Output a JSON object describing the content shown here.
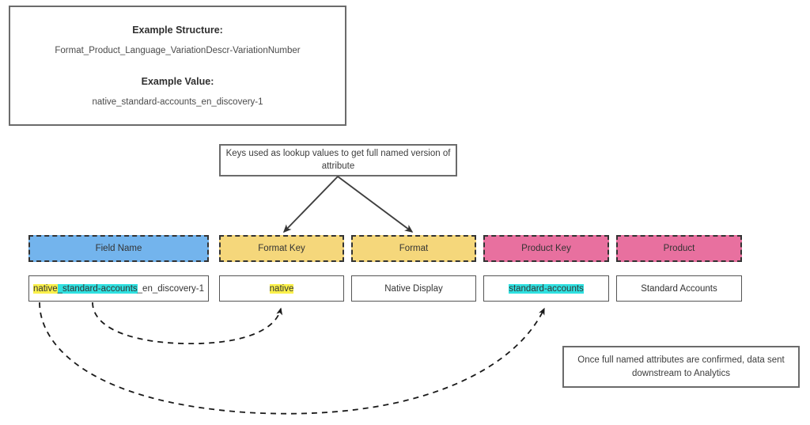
{
  "diagram": {
    "example_box": {
      "structure_label": "Example Structure:",
      "structure_value": "Format_Product_Language_VariationDescr-VariationNumber",
      "value_label": "Example Value:",
      "value_value": "native_standard-accounts_en_discovery-1"
    },
    "lookup_note": "Keys used as lookup values to get full named version of attribute",
    "downstream_note": "Once full named attributes are confirmed, data sent downstream to Analytics",
    "table": {
      "columns": [
        {
          "header": "Field Name",
          "header_color": "#73B4ED",
          "value": "native_standard-accounts_en_discovery-1"
        },
        {
          "header": "Format Key",
          "header_color": "#F5D77B",
          "value": "native"
        },
        {
          "header": "Format",
          "header_color": "#F5D77B",
          "value": "Native Display"
        },
        {
          "header": "Product Key",
          "header_color": "#E8709F",
          "value": "standard-accounts"
        },
        {
          "header": "Product",
          "header_color": "#E8709F",
          "value": "Standard Accounts"
        }
      ],
      "field_name_parts": {
        "format_key_segment": "native",
        "separator_1": "_",
        "product_key_segment": "standard-accounts",
        "remainder": "_en_discovery-1"
      }
    },
    "colors": {
      "blue_header": "#73B4ED",
      "yellow_header": "#F5D77B",
      "pink_header": "#E8709F",
      "highlight_yellow": "#FAF04B",
      "highlight_cyan": "#2FE0E0",
      "box_border": "#6b6b6b",
      "arrow": "#333333"
    }
  }
}
